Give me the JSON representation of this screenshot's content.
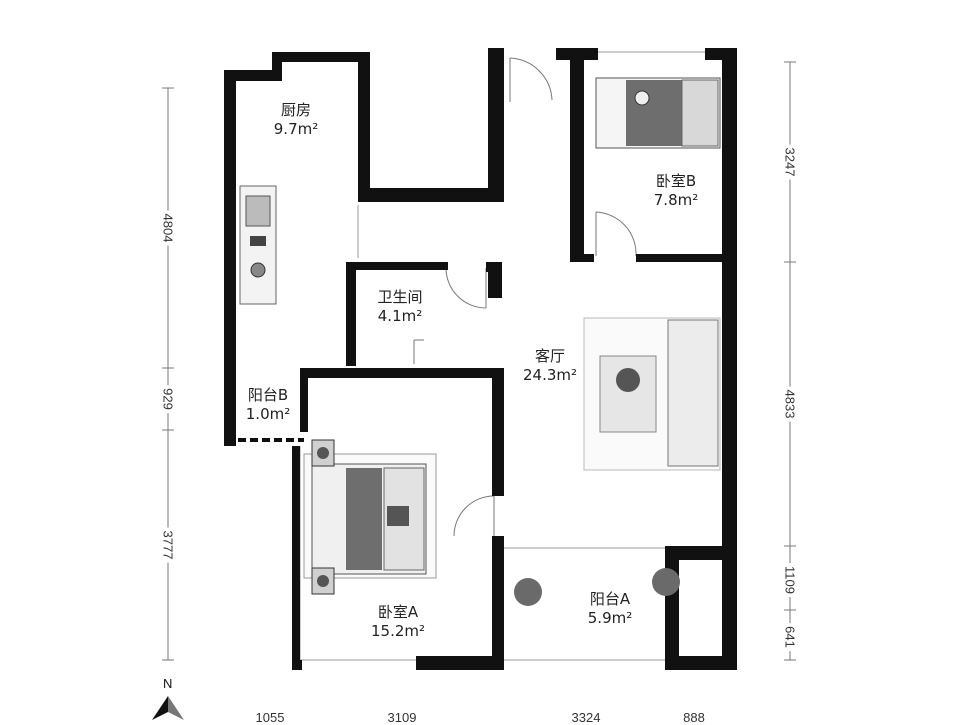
{
  "rooms": {
    "kitchen": {
      "name": "厨房",
      "area": "9.7m²"
    },
    "bedroom_b": {
      "name": "卧室B",
      "area": "7.8m²"
    },
    "bathroom": {
      "name": "卫生间",
      "area": "4.1m²"
    },
    "living_room": {
      "name": "客厅",
      "area": "24.3m²"
    },
    "balcony_b": {
      "name": "阳台B",
      "area": "1.0m²"
    },
    "bedroom_a": {
      "name": "卧室A",
      "area": "15.2m²"
    },
    "balcony_a": {
      "name": "阳台A",
      "area": "5.9m²"
    }
  },
  "dimensions": {
    "left": [
      "4804",
      "929",
      "3777"
    ],
    "right": [
      "3247",
      "4833",
      "1109",
      "641"
    ],
    "bottom": [
      "1055",
      "3109",
      "3324",
      "888"
    ]
  },
  "compass": {
    "label": "N"
  },
  "colors": {
    "wall": "#111111",
    "furniture": "#6e6e6e",
    "line": "#888888"
  }
}
